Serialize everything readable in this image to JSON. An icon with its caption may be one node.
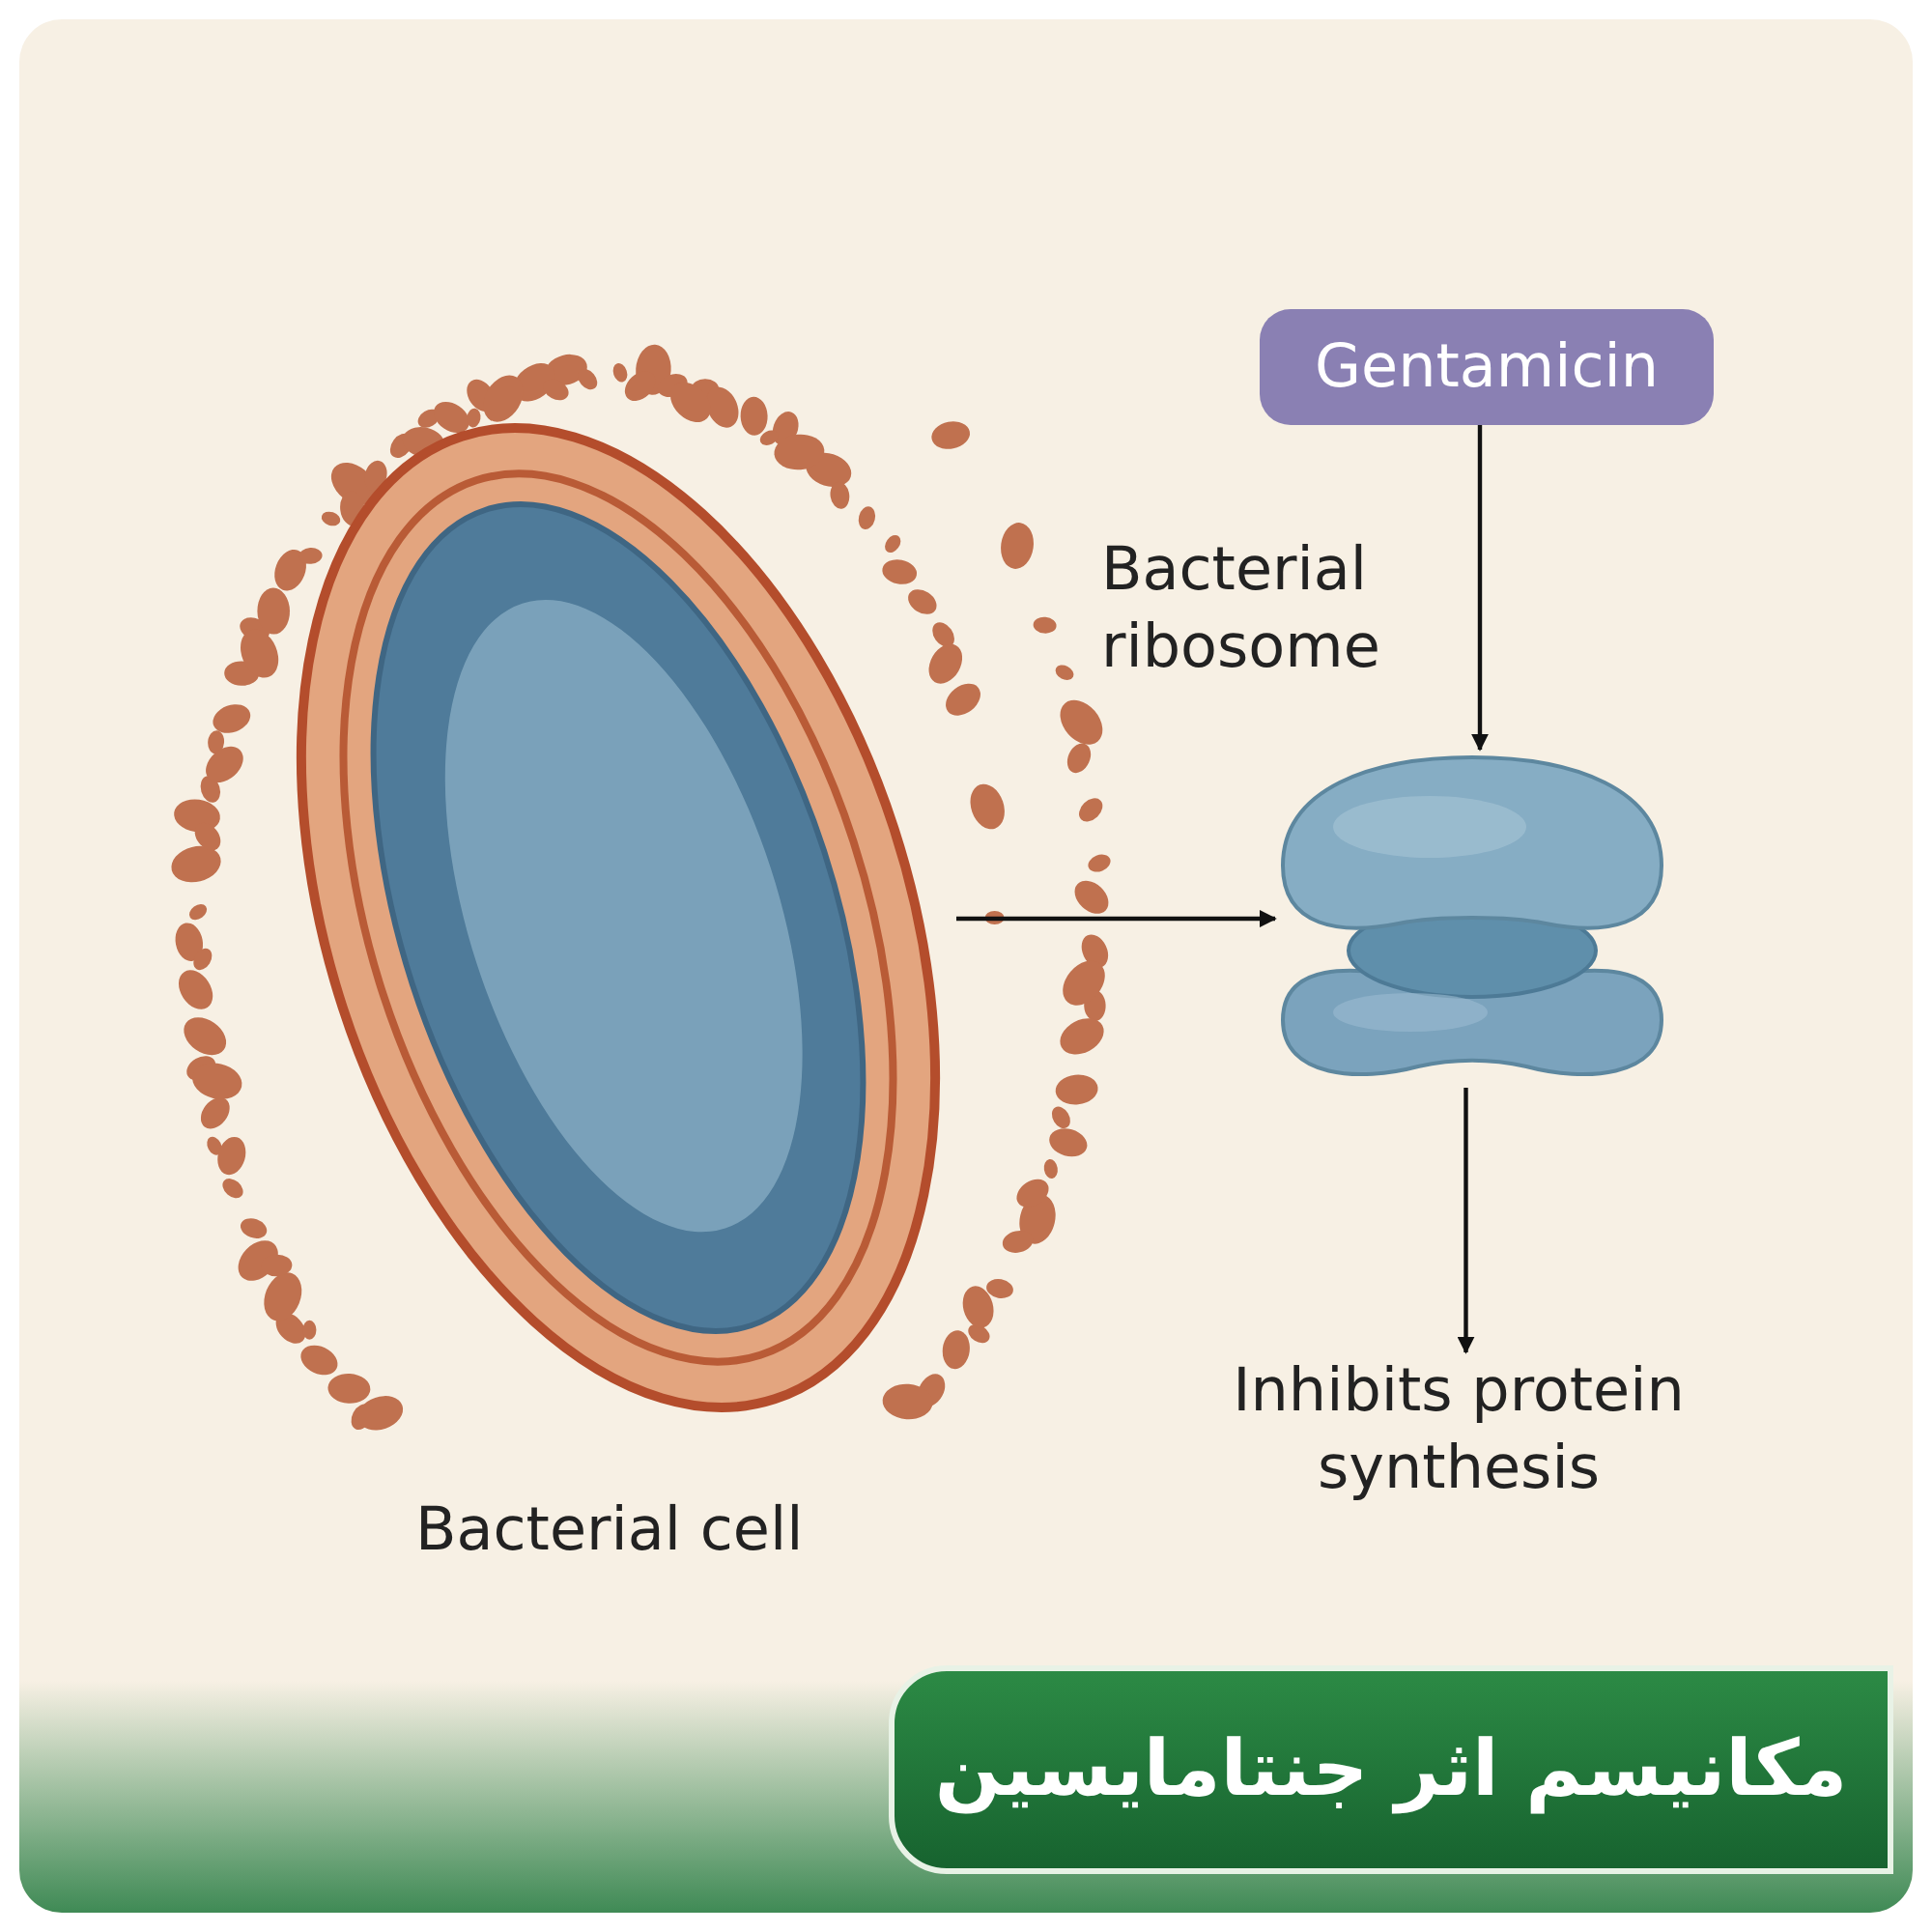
{
  "diagram": {
    "title": "مکانیسم اثر جنتامایسین",
    "nodes": [
      {
        "text": [
          "Gentamicin"
        ]
      },
      {
        "text": [],
        "shape": "picture",
        "beside": [
          "Bacterial ribosome"
        ]
      },
      {
        "text": [],
        "shape": "picture",
        "beside": [
          "Bacterial cell"
        ]
      },
      {
        "text": [
          "Inhibits protein synthesis"
        ]
      }
    ],
    "edges": [
      {
        "from": 0,
        "to": 1,
        "arrow": "to"
      },
      {
        "from": 2,
        "to": 1,
        "arrow": "to"
      },
      {
        "from": 1,
        "to": 3,
        "arrow": "to"
      }
    ]
  }
}
